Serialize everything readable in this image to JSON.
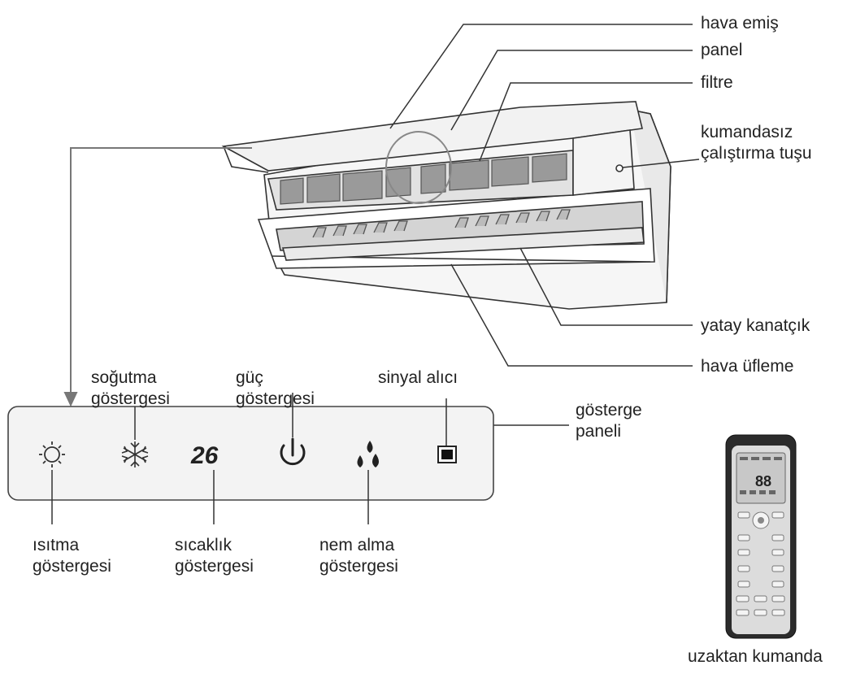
{
  "labels": {
    "hava_emis": "hava emiş",
    "panel": "panel",
    "filtre": "filtre",
    "kumandasiz_line1": "kumandasız",
    "kumandasiz_line2": "çalıştırma tuşu",
    "yatay_kanatcik": "yatay kanatçık",
    "hava_ufleme": "hava üfleme",
    "sogutma_line1": "soğutma",
    "sogutma_line2": "göstergesi",
    "guc_line1": "güç",
    "guc_line2": "göstergesi",
    "sinyal_alici": "sinyal alıcı",
    "gosterge_line1": "gösterge",
    "gosterge_line2": "paneli",
    "isitma_line1": "ısıtma",
    "isitma_line2": "göstergesi",
    "sicaklik_line1": "sıcaklık",
    "sicaklik_line2": "göstergesi",
    "nem_line1": "nem alma",
    "nem_line2": "göstergesi",
    "uzaktan_kumanda": "uzaktan kumanda"
  },
  "display": {
    "temperature": "26",
    "remote_readout": "88"
  },
  "icons": [
    "sun-icon",
    "snowflake-icon",
    "power-icon",
    "droplets-icon",
    "signal-receiver-icon"
  ],
  "colors": {
    "line": "#333333",
    "arrow": "#777777",
    "panel_fill": "#f0f0f0",
    "remote_body": "#2b2b2b",
    "remote_face": "#dcdcdc"
  }
}
